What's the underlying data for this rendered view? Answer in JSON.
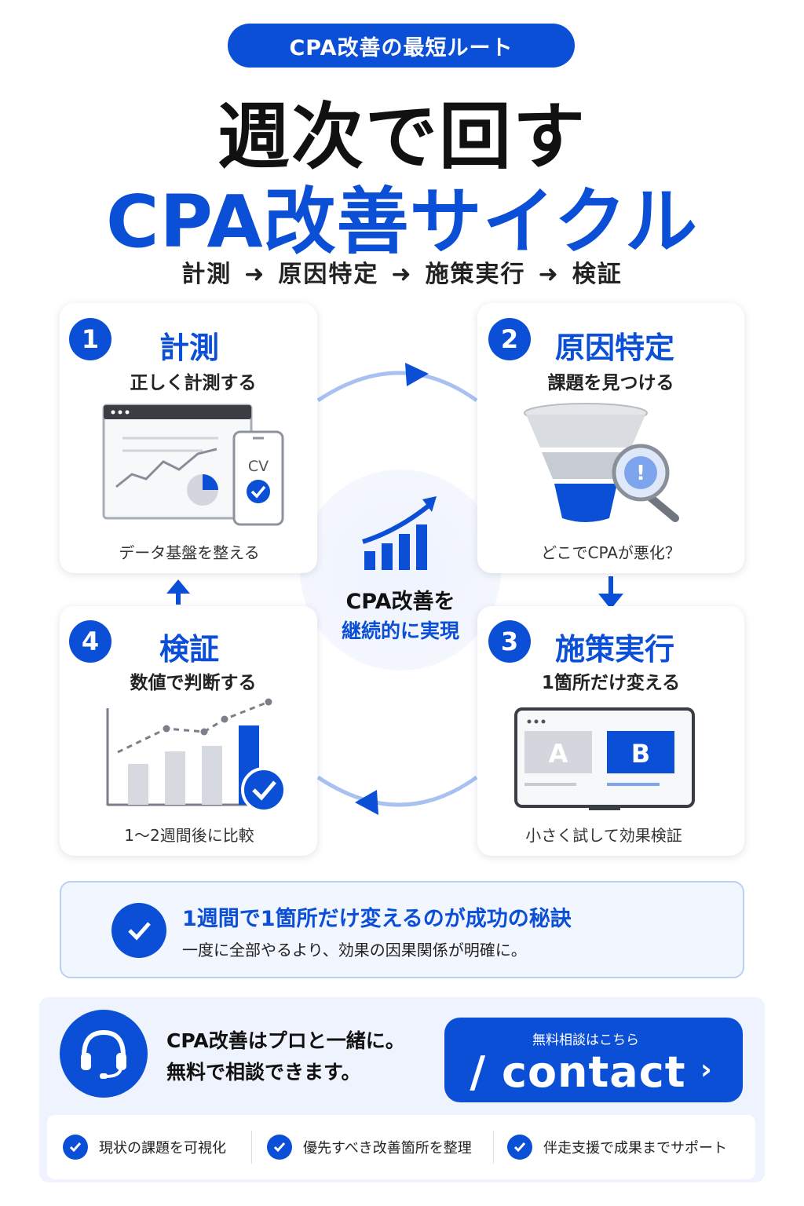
{
  "header": {
    "pill": "CPA改善の最短ルート",
    "title_line1": "週次で回す",
    "title_line2": "CPA改善サイクル",
    "flow": [
      "計測",
      "原因特定",
      "施策実行",
      "検証"
    ],
    "flow_arrow": "➜"
  },
  "cards": {
    "step1": {
      "num": "1",
      "title": "計測",
      "subtitle": "正しく計測する",
      "footer": "データ基盤を整える",
      "cv_label": "CV"
    },
    "step2": {
      "num": "2",
      "title": "原因特定",
      "subtitle": "課題を見つける",
      "footer": "どこでCPAが悪化？",
      "alert": "!"
    },
    "step3": {
      "num": "3",
      "title": "施策実行",
      "subtitle": "1箇所だけ変える",
      "footer": "小さく試して効果検証",
      "variant_a": "A",
      "variant_b": "B"
    },
    "step4": {
      "num": "4",
      "title": "検証",
      "subtitle": "数値で判断する",
      "footer": "1〜2週間後に比較"
    }
  },
  "center": {
    "line1": "CPA改善を",
    "line2": "継続的に実現"
  },
  "tip": {
    "title": "1週間で1箇所だけ変えるのが成功の秘訣",
    "body": "一度に全部やるより、効果の因果関係が明確に。"
  },
  "cta": {
    "text_line1": "CPA改善はプロと一緒に。",
    "text_line2": "無料で相談できます。",
    "button_small": "無料相談はこちら",
    "button_big": "/ contact",
    "button_chevron": "›",
    "features": [
      "現状の課題を可視化",
      "優先すべき改善箇所を整理",
      "伴走支援で成果までサポート"
    ]
  },
  "colors": {
    "brand_blue": "#0b4fd6",
    "light_blue": "#7ea4ee",
    "gray_bar": "#d6d9e0"
  }
}
